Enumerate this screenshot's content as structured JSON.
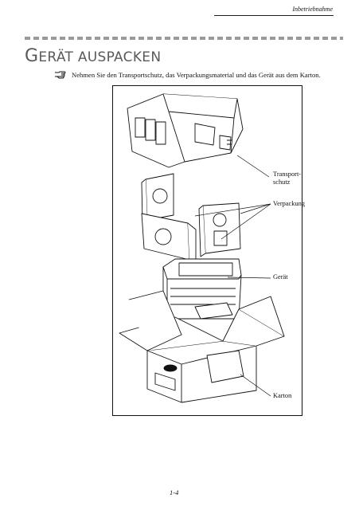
{
  "header": {
    "section": "Inbetriebnahme"
  },
  "title": {
    "initial": "G",
    "rest": "ERÄT AUSPACKEN"
  },
  "instruction": {
    "icon": "pointing-hand-icon",
    "text": "Nehmen Sie den Transportschutz, das Verpackungsmaterial und das Gerät aus dem Karton."
  },
  "figure": {
    "labels": {
      "transport_line1": "Transport-",
      "transport_line2": "schutz",
      "verpackung": "Verpackung",
      "geraet": "Gerät",
      "karton": "Karton"
    }
  },
  "footer": {
    "page_number": "1-4"
  },
  "colors": {
    "title": "#5a5a5a",
    "dash_rule": "#9a9a9a",
    "ink": "#111111"
  }
}
